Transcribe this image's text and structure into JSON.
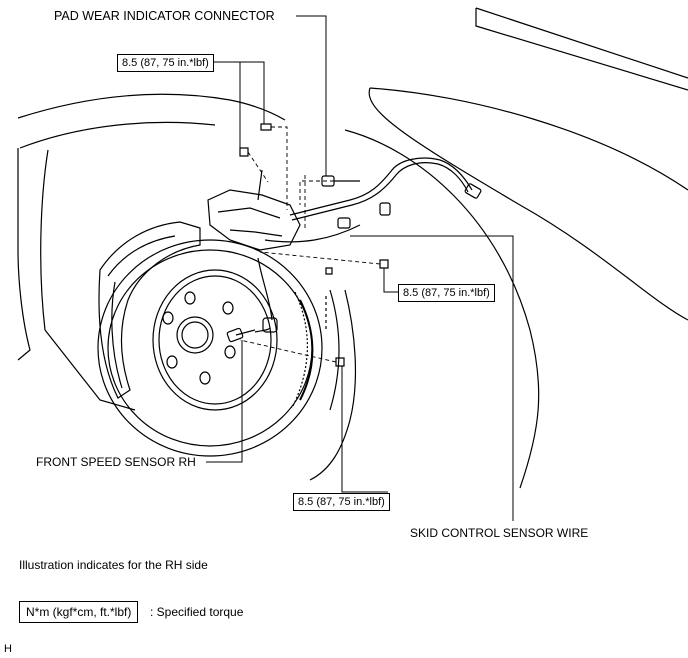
{
  "callouts": {
    "pad_wear": "PAD WEAR INDICATOR CONNECTOR",
    "front_speed": "FRONT SPEED SENSOR RH",
    "skid_control": "SKID CONTROL SENSOR WIRE"
  },
  "torque": {
    "top": "8.5 (87, 75 in.*lbf)",
    "right": "8.5 (87, 75 in.*lbf)",
    "bottom": "8.5 (87, 75 in.*lbf)"
  },
  "note": "Illustration indicates for the RH side",
  "legend": {
    "box": "N*m (kgf*cm, ft.*lbf)",
    "text": ": Specified torque"
  },
  "corner_mark": "H"
}
